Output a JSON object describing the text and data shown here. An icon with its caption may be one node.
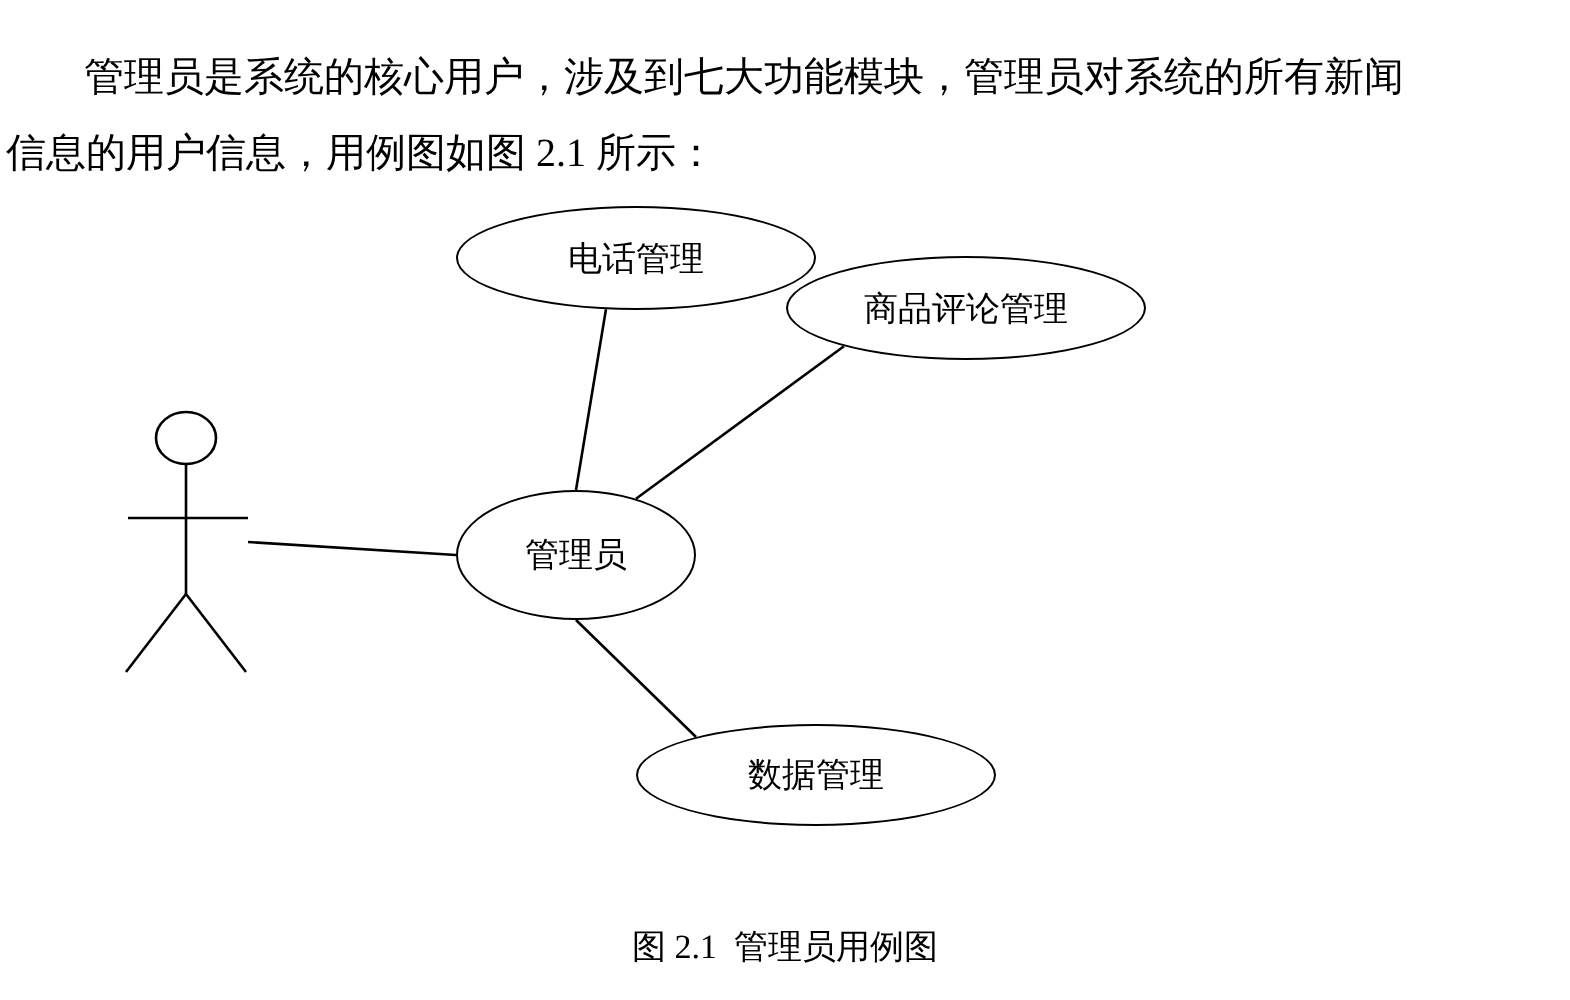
{
  "diagram": {
    "caption": "图 2.1  管理员用例图",
    "nodes": [
      {
        "text": [
          "电话管理"
        ]
      },
      {
        "text": [
          "商品评论管理"
        ]
      },
      {
        "text": [],
        "shape": "person"
      },
      {
        "text": [
          "管理员"
        ]
      },
      {
        "text": [
          "数据管理"
        ]
      }
    ],
    "edges": [
      {
        "from": 2,
        "to": 3,
        "arrow": "none"
      },
      {
        "from": 3,
        "to": 0,
        "arrow": "none"
      },
      {
        "from": 3,
        "to": 1,
        "arrow": "none"
      },
      {
        "from": 3,
        "to": 4,
        "arrow": "none"
      }
    ],
    "labels": [
      "管理员是系统的核心用户，涉及到七大功能模块，管理员对系统的所有新闻信息的用户信息，用例图如图 2.1 所示："
    ]
  }
}
